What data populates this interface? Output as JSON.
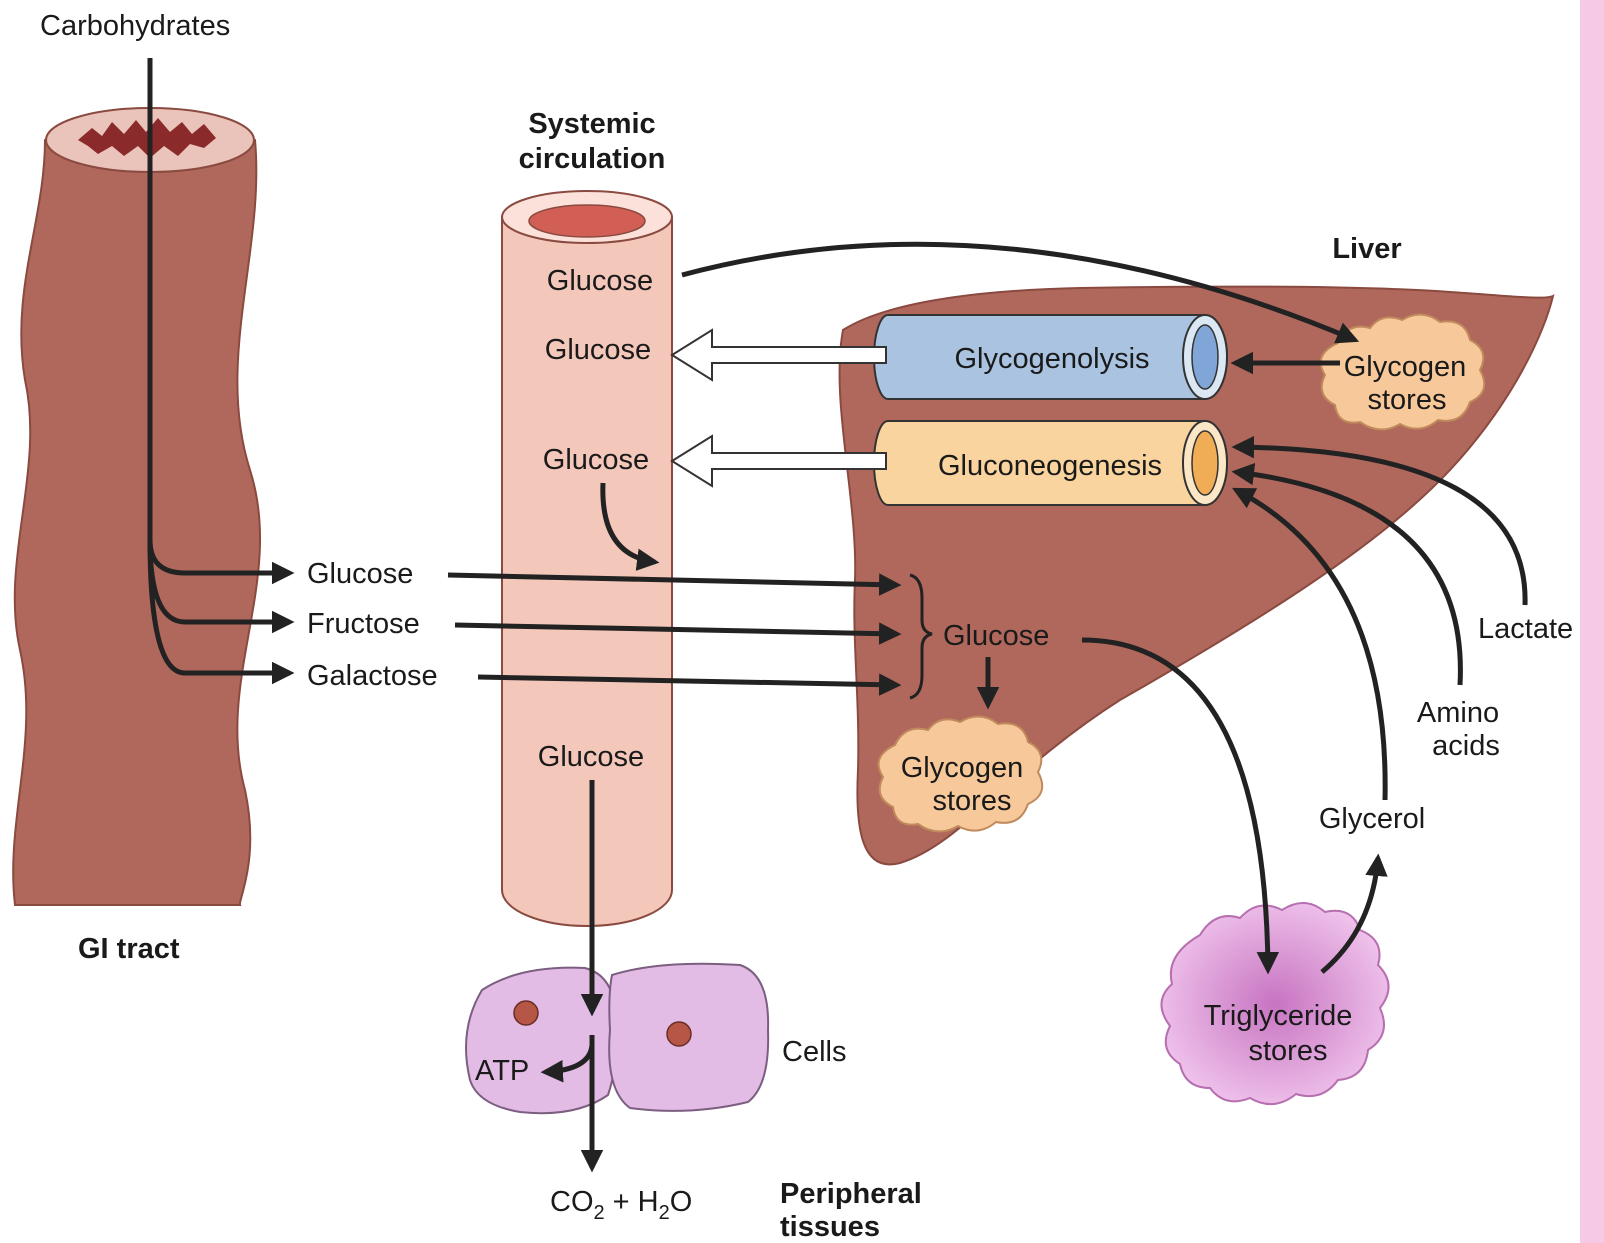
{
  "labels": {
    "carbohydrates": "Carbohydrates",
    "gi_tract": "GI tract",
    "systemic_circulation_1": "Systemic",
    "systemic_circulation_2": "circulation",
    "liver": "Liver",
    "glucose": "Glucose",
    "fructose": "Fructose",
    "galactose": "Galactose",
    "glycogenolysis": "Glycogenolysis",
    "gluconeogenesis": "Gluconeogenesis",
    "glycogen_1": "Glycogen",
    "stores": "stores",
    "lactate": "Lactate",
    "amino_1": "Amino",
    "amino_2": "acids",
    "glycerol": "Glycerol",
    "triglyceride_1": "Triglyceride",
    "triglyceride_2": "stores",
    "cells": "Cells",
    "atp": "ATP",
    "co2_h2o_co": "CO",
    "co2_h2o_sub2": "2",
    "co2_h2o_plus": " + H",
    "co2_h2o_subh": "2",
    "co2_h2o_o": "O",
    "peripheral_1": "Peripheral",
    "peripheral_2": "tissues"
  },
  "colors": {
    "tissue_brown": "#b0685c",
    "vessel_pink": "#f4c7bb",
    "lumen_red": "#d25f55",
    "glycogenolysis_blue": "#a9c3e0",
    "gluconeogenesis_orange": "#f9d49e",
    "glycogen_cloud": "#f7c99a",
    "triglyceride_cloud": "#d89ad2",
    "cell_lilac": "#e3bce5",
    "side_strip": "#f6c9e6"
  }
}
